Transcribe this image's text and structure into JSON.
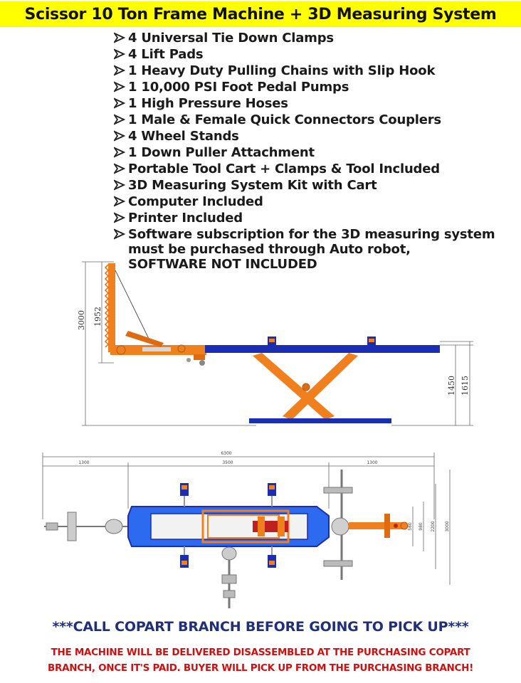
{
  "title": "Scissor 10 Ton Frame Machine + 3D Measuring System",
  "items": [
    "4 Universal Tie Down Clamps",
    "4 Lift Pads",
    "1 Heavy Duty Pulling Chains with Slip Hook",
    "1 10,000 PSI Foot Pedal Pumps",
    "1 High Pressure Hoses",
    "1 Male & Female Quick Connectors Couplers",
    "4 Wheel Stands",
    "1 Down Puller Attachment",
    "Portable Tool Cart + Clamps & Tool Included",
    "3D Measuring System Kit with Cart",
    "Computer Included",
    "Printer Included",
    "Software subscription for the 3D measuring system\nmust be purchased through Auto robot,\nSOFTWARE NOT INCLUDED"
  ],
  "side_view": {
    "dim_total_height": "3000",
    "dim_tower_height": "1952",
    "dim_platform_low": "1450",
    "dim_platform_high": "1615"
  },
  "top_view": {
    "dim_overall": "6300",
    "dim_left": "1300",
    "dim_middle": "3500",
    "dim_right": "1300",
    "dim_w1": "560",
    "dim_w2": "980",
    "dim_w3": "2200",
    "dim_w4": "3000"
  },
  "colors": {
    "title_bg": "#ffff00",
    "orange": "#f07f1e",
    "blue": "#1b2db0",
    "bright_blue": "#2c6bf0",
    "call_text": "#1f2f7a",
    "notice_text": "#d01010"
  },
  "call_text": "***CALL COPART BRANCH BEFORE GOING TO PICK UP***",
  "notice_lines": [
    "THE MACHINE WILL BE DELIVERED DISASSEMBLED AT THE PURCHASING COPART",
    "BRANCH, ONCE IT'S PAID. BUYER WILL PICK UP FROM THE PURCHASING BRANCH!"
  ]
}
